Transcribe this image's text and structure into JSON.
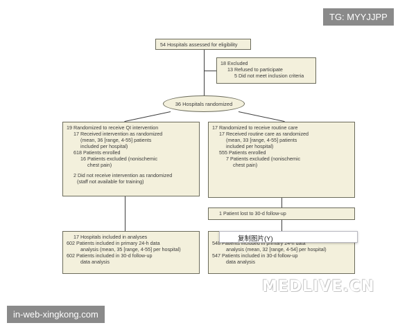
{
  "overlays": {
    "top_tag": "TG: MYYJJPP",
    "bottom_tag": "in-web-xingkong.com",
    "watermark": "MEDLIVE.CN",
    "tooltip": "复制图片(Y)"
  },
  "flow": {
    "assessed": "54 Hospitals assessed for eligibility",
    "excluded": [
      "18 Excluded",
      "13 Refused to participate",
      "5 Did not meet inclusion criteria"
    ],
    "randomized": "36 Hospitals randomized",
    "left_alloc": {
      "line1": "19 Randomized to receive QI intervention",
      "line2": "17 Received intervention as randomized",
      "line3": "(mean, 36 [range, 4-55] patients",
      "line4": "included per hospital)",
      "line5": "618 Patients enrolled",
      "line6": "16 Patients excluded (nonischemic",
      "line7": "chest pain)",
      "line8": "2 Did not receive intervention as randomized",
      "line9": "(staff not available for training)"
    },
    "right_alloc": {
      "line1": "17 Randomized to receive routine care",
      "line2": "17 Received routine care as randomized",
      "line3": "(mean, 33 [range, 4-55] patients",
      "line4": "included per hospital)",
      "line5": "555 Patients enrolled",
      "line6": "7 Patients excluded (nonischemic",
      "line7": "chest pain)"
    },
    "lost": "1 Patient lost to 30-d follow-up",
    "left_analysis": {
      "line1": "17 Hospitals included in analyses",
      "line2": "602 Patients included in primary 24-h data",
      "line3": "analysis (mean, 35 [range, 4-55] per hospital)",
      "line4": "602 Patients included in 30-d follow-up",
      "line5": "data analysis"
    },
    "right_analysis": {
      "line2": "548 Patients included in primary 24-h data",
      "line3": "analysis (mean, 32 [range, 4-54] per hospital)",
      "line4": "547 Patients included in 30-d follow-up",
      "line5": "data analysis"
    }
  }
}
